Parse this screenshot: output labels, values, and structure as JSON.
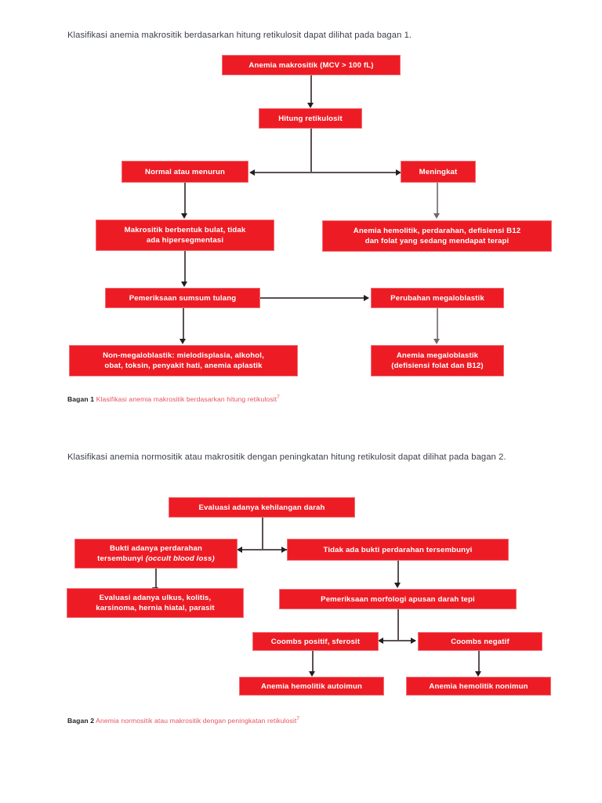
{
  "document": {
    "intro_1": "Klasifikasi anemia makrositik berdasarkan hitung retikulosit dapat dilihat pada bagan 1.",
    "intro_2": "Klasifikasi anemia normositik atau makrositik dengan peningkatan hitung retikulosit dapat dilihat pada bagan 2."
  },
  "colors": {
    "box_fill": "#ed1c24",
    "box_border": "#f26d74",
    "box_text": "#ffffff",
    "body_text": "#3b3f4a",
    "caption_label": "#232323",
    "caption_text": "#e8535a",
    "connector_dark": "#5a5150",
    "connector_grey": "#8d8582"
  },
  "chart_1": {
    "caption_label": "Bagan 1",
    "caption_text": "Klasifikasi anemia makrositik berdasarkan hitung retikulosit",
    "caption_sup": "7",
    "nodes": {
      "root": "Anemia makrositik (MCV > 100 fL)",
      "reticulocyte_count": "Hitung retikulosit",
      "normal_or_decreased": "Normal atau menurun",
      "increased": "Meningkat",
      "round_macrocytic_line1": "Makrositik berbentuk bulat, tidak",
      "round_macrocytic_line2": "ada hipersegmentasi",
      "hemolytic_line1": "Anemia hemolitik, perdarahan, defisiensi B12",
      "hemolytic_line2": "dan folat yang sedang mendapat terapi",
      "bone_marrow_exam": "Pemeriksaan sumsum tulang",
      "megaloblastic_change": "Perubahan megaloblastik",
      "non_megaloblastic_line1": "Non-megaloblastik: mielodisplasia, alkohol,",
      "non_megaloblastic_line2": "obat, toksin, penyakit hati, anemia aplastik",
      "megaloblastic_anemia_line1": "Anemia megaloblastik",
      "megaloblastic_anemia_line2": "(defisiensi folat dan B12)"
    }
  },
  "chart_2": {
    "caption_label": "Bagan 2",
    "caption_text": "Anemia normositik atau makrositik dengan peningkatan retikulosit",
    "caption_sup": "7",
    "nodes": {
      "root": "Evaluasi adanya kehilangan darah",
      "occult_evidence_line1": "Bukti adanya perdarahan",
      "occult_evidence_line2_plain": "tersembunyi ",
      "occult_evidence_line2_italic": "(occult blood loss)",
      "no_occult_evidence": "Tidak ada bukti perdarahan tersembunyi",
      "evaluate_ulcer_line1": "Evaluasi adanya ulkus, kolitis,",
      "evaluate_ulcer_line2": "karsinoma, hernia hiatal, parasit",
      "smear_morphology": "Pemeriksaan morfologi apusan darah tepi",
      "coombs_positive": "Coombs positif, sferosit",
      "coombs_negative": "Coombs negatif",
      "autoimmune": "Anemia hemolitik autoimun",
      "nonimmune": "Anemia hemolitik nonimun"
    }
  }
}
